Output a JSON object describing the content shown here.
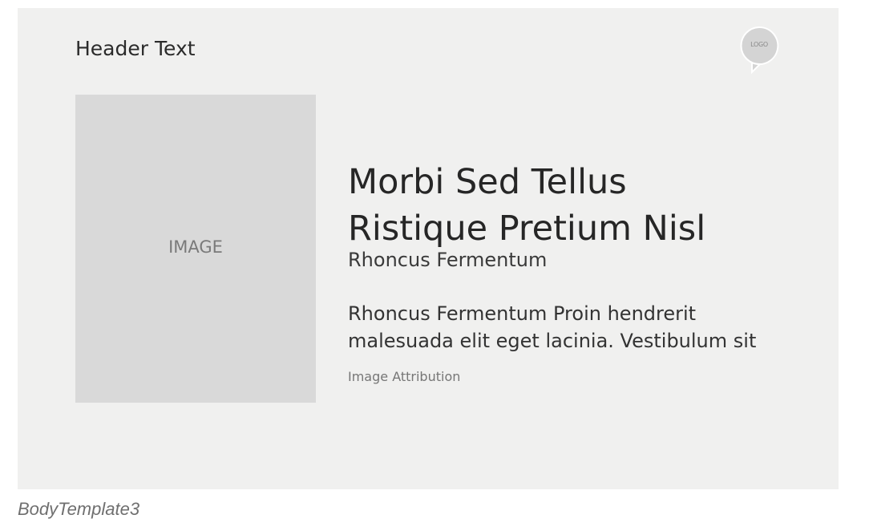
{
  "template": {
    "header_text": "Header Text",
    "logo_label": "LOGO",
    "image_label": "IMAGE",
    "title_line_1": "Morbi Sed Tellus",
    "title_line_2": "Ristique Pretium Nisl",
    "subtitle": "Rhoncus Fermentum",
    "body_line_1": "Rhoncus Fermentum Proin hendrerit",
    "body_line_2": "malesuada elit eget lacinia. Vestibulum sit",
    "attribution": "Image Attribution"
  },
  "caption": "BodyTemplate3",
  "colors": {
    "canvas_background": "#f0f0ef",
    "image_placeholder": "#d9d9d9",
    "logo_fill": "#d4d4d4"
  }
}
